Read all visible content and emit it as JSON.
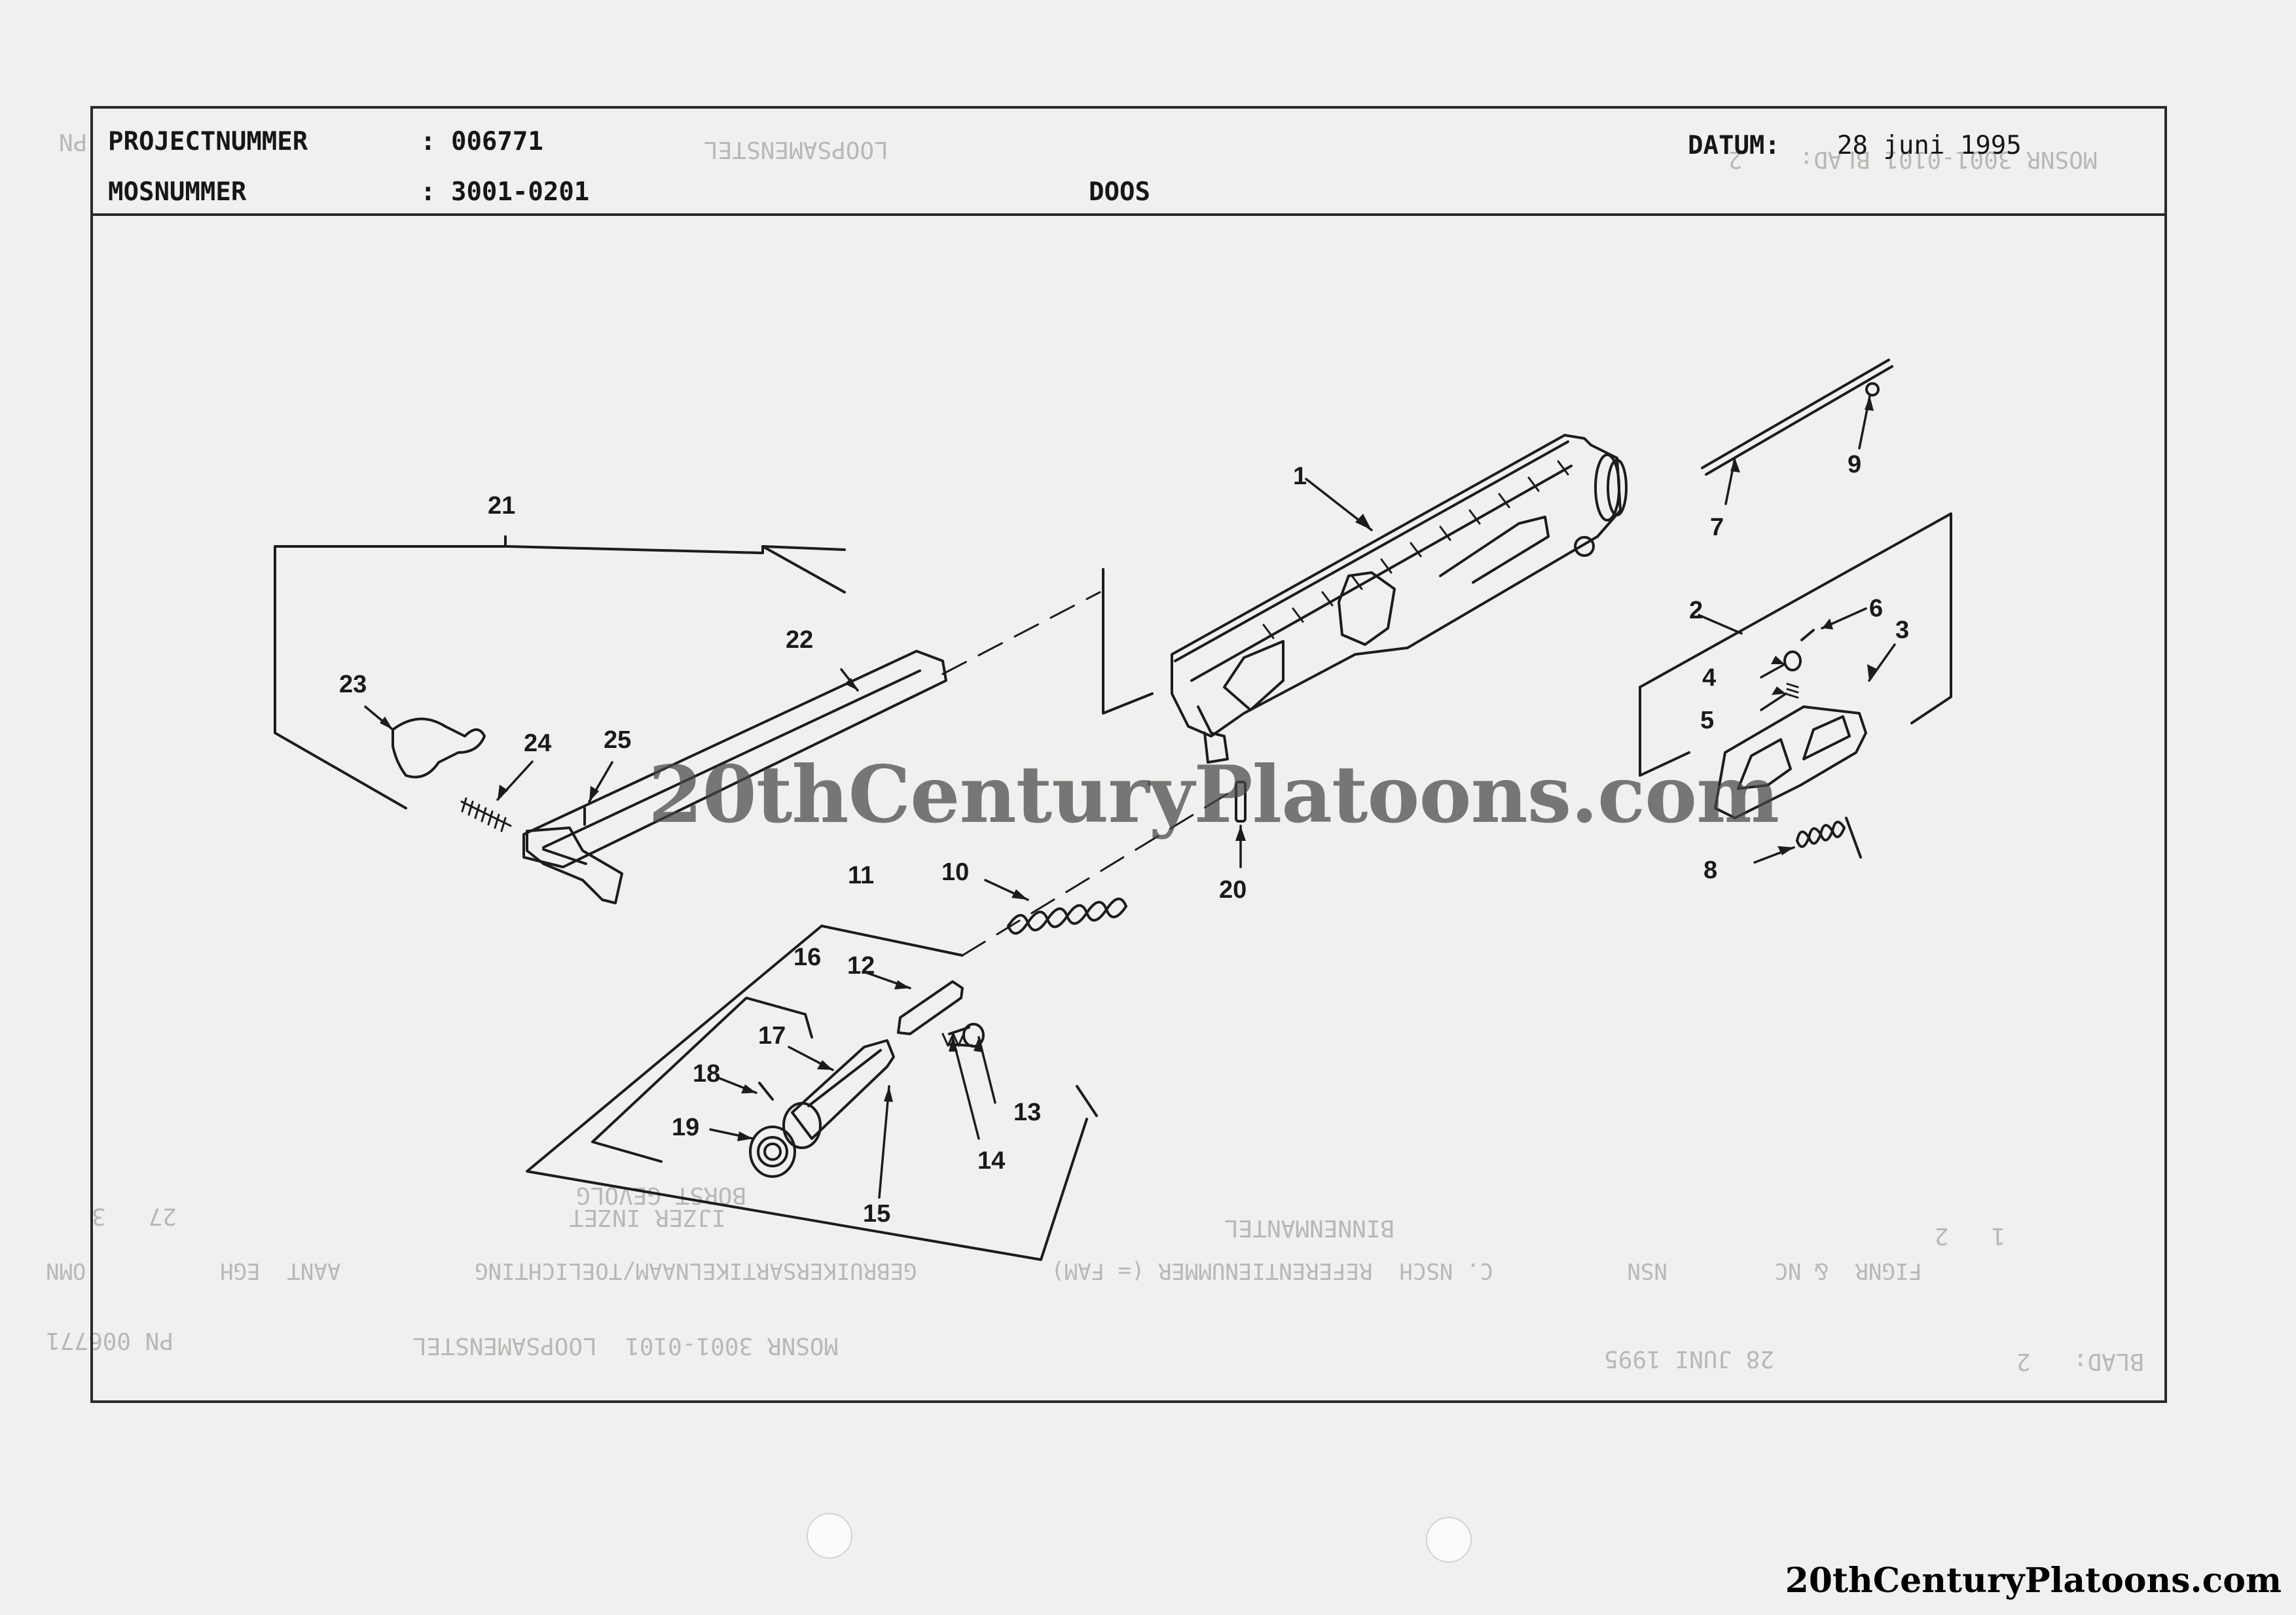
{
  "header": {
    "project_label": "PROJECTNUMMER",
    "project_value": ": 006771",
    "mos_label": "MOSNUMMER",
    "mos_value": ": 3001-0201",
    "group_title": "DOOS",
    "date_label": "DATUM:",
    "date_value": "28 juni 1995"
  },
  "ghost_text": {
    "top_left": "PN",
    "top_mid": "LOOPSAMENSTEL",
    "top_right": "MOSNR 3001-0101 BLAD:    2",
    "row_a_left": "27   3",
    "row_a_mid": "IJZER INZET",
    "row_a_mid2": "BINNENMANTEL",
    "row_a_right": "1   2",
    "row_b": "FIGNR  & NC        NSN          C. NSCH  REFERENTIENUMMER (= FAM)          GEBRUIKERSARTIKELNAAM/TOELICHTING          AANT  EGH          OMN",
    "row_c_left": "PN 006771",
    "row_c_mid": "MOSNR 3001-0101  LOOPSAMENSTEL",
    "row_c_date": "28 JUNI 1995",
    "row_c_right": "BLAD:   2",
    "row_d": "BORST GEVOLG"
  },
  "callouts": [
    "1",
    "2",
    "3",
    "4",
    "5",
    "6",
    "7",
    "8",
    "9",
    "10",
    "11",
    "12",
    "13",
    "14",
    "15",
    "16",
    "17",
    "18",
    "19",
    "20",
    "21",
    "22",
    "23",
    "24",
    "25"
  ],
  "watermark": "20thCenturyPlatoons.com",
  "footer_watermark": "20thCenturyPlatoons.com"
}
